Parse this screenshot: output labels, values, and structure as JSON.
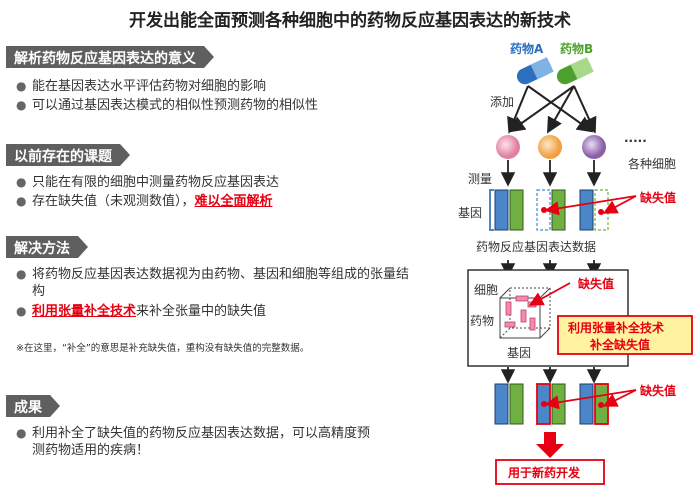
{
  "title": "开发出能全面预测各种细胞中的药物反应基因表达的新技术",
  "sections": {
    "significance": {
      "heading": "解析药物反应基因表达的意义",
      "bullets": [
        "能在基因表达水平评估药物对细胞的影响",
        "可以通过基因表达模式的相似性预测药物的相似性"
      ]
    },
    "problems": {
      "heading": "以前存在的课题",
      "bullet1": "只能在有限的细胞中测量药物反应基因表达",
      "bullet2_pre": "存在缺失值（未观测数值），",
      "bullet2_highlight": "难以全面解析"
    },
    "solution": {
      "heading": "解决方法",
      "bullet1": "将药物反应基因表达数据视为由药物、基因和细胞等组成的张量结构",
      "bullet2_highlight": "利用张量补全技术",
      "bullet2_post": "来补全张量中的缺失值",
      "note": "※在这里，“补全”的意思是补充缺失值，重构没有缺失值的完整数据。"
    },
    "result": {
      "heading": "成果",
      "bullet1": "利用补全了缺失值的药物反应基因表达数据，可以高精度预测药物适用的疾病！"
    }
  },
  "diagram": {
    "drug_a": "药物A",
    "drug_b": "药物B",
    "add": "添加",
    "dots": "·····",
    "cells": "各种细胞",
    "measure": "测量",
    "gene": "基因",
    "missing1": "缺失值",
    "data_label": "药物反应基因表达数据",
    "tensor_cell": "细胞",
    "tensor_drug": "药物",
    "tensor_gene": "基因",
    "missing2": "缺失值",
    "completion_line1": "利用张量补全技术",
    "completion_line2": "补全缺失值",
    "missing3": "缺失值",
    "outcome": "用于新药开发",
    "colors": {
      "blue": "#4a86c8",
      "green": "#70b043",
      "pink": "#e07fa0",
      "orange": "#f0a040",
      "purple": "#8a5fa8",
      "red": "#e60012",
      "yellow": "#fff3a0"
    }
  }
}
